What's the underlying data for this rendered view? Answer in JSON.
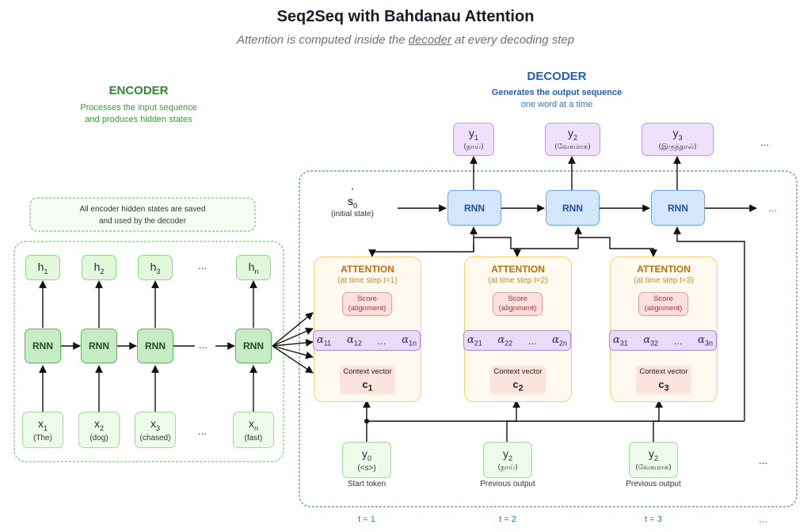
{
  "title": "Seq2Seq with Bahdanau Attention",
  "subtitle": {
    "before": "Attention is computed inside the ",
    "emph": "decoder",
    "after": " at every decoding step"
  },
  "encoder": {
    "heading": "ENCODER",
    "desc_line1": "Processes the input sequence",
    "desc_line2": "and produces hidden states",
    "note_line1": "All encoder hidden states are saved",
    "note_line2": "and used by the decoder",
    "hidden_states": [
      {
        "var": "h",
        "sub": "1"
      },
      {
        "var": "h",
        "sub": "2"
      },
      {
        "var": "h",
        "sub": "3"
      },
      {
        "var": "h",
        "sub": "n"
      }
    ],
    "rnn_label": "RNN",
    "inputs": [
      {
        "var": "x",
        "sub": "1",
        "word": "(The)"
      },
      {
        "var": "x",
        "sub": "2",
        "word": "(dog)"
      },
      {
        "var": "x",
        "sub": "3",
        "word": "(chased)"
      },
      {
        "var": "x",
        "sub": "n",
        "word": "(fast)"
      }
    ],
    "ellipsis": "..."
  },
  "decoder": {
    "heading": "DECODER",
    "desc_line1": "Generates the output sequence",
    "desc_line2": "one word at a time",
    "initial_state": {
      "var": "s",
      "sub": "0",
      "prime": "'",
      "label": "(initial state)"
    },
    "rnn_label": "RNN",
    "outputs": [
      {
        "var": "y",
        "sub": "1",
        "word": "(நாய்)"
      },
      {
        "var": "y",
        "sub": "2",
        "word": "(வேகமாக)"
      },
      {
        "var": "y",
        "sub": "3",
        "word": "(இருந்தால்)"
      }
    ],
    "attention": [
      {
        "title": "ATTENTION",
        "step": "(at time step t=1)",
        "score_line1": "Score",
        "score_line2": "(alignment)",
        "alphas": [
          {
            "sub": "11"
          },
          {
            "sub": "12"
          },
          {
            "sub": "..."
          },
          {
            "sub": "1n"
          }
        ],
        "context_label": "Context vector",
        "context_var": "c",
        "context_sub": "1"
      },
      {
        "title": "ATTENTION",
        "step": "(at time step t=2)",
        "score_line1": "Score",
        "score_line2": "(alignment)",
        "alphas": [
          {
            "sub": "21"
          },
          {
            "sub": "22"
          },
          {
            "sub": "..."
          },
          {
            "sub": "2n"
          }
        ],
        "context_label": "Context vector",
        "context_var": "c",
        "context_sub": "2"
      },
      {
        "title": "ATTENTION",
        "step": "(at time step t=3)",
        "score_line1": "Score",
        "score_line2": "(alignment)",
        "alphas": [
          {
            "sub": "31"
          },
          {
            "sub": "32"
          },
          {
            "sub": "..."
          },
          {
            "sub": "3n"
          }
        ],
        "context_label": "Context vector",
        "context_var": "c",
        "context_sub": "3"
      }
    ],
    "prev_inputs": [
      {
        "var": "y",
        "sub": "0",
        "word": "(<s>)",
        "caption": "Start token"
      },
      {
        "var": "y",
        "sub": "2",
        "word": "(நாய்)",
        "caption": "Previous output"
      },
      {
        "var": "y",
        "sub": "2",
        "word": "(வேகமாக)",
        "caption": "Previous output"
      }
    ],
    "timesteps": [
      "t = 1",
      "t = 2",
      "t = 3"
    ],
    "ellipsis": "...",
    "alpha_symbol": "α"
  }
}
